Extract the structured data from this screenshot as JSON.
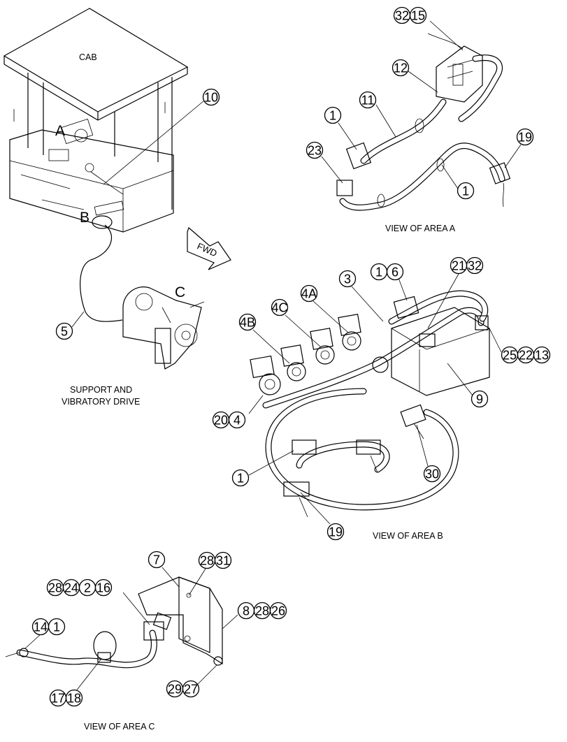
{
  "labels": {
    "cab": "CAB",
    "area_a": "A",
    "area_b": "B",
    "area_c": "C",
    "fwd": "FWD",
    "support_line1": "SUPPORT AND",
    "support_line2": "VIBRATORY DRIVE",
    "view_a": "VIEW OF AREA A",
    "view_b": "VIEW OF AREA B",
    "view_c": "VIEW OF AREA C"
  },
  "callouts": {
    "overview": [
      {
        "id": "ov-10",
        "nums": [
          "10"
        ]
      },
      {
        "id": "ov-5",
        "nums": [
          "5"
        ]
      }
    ],
    "area_a": [
      {
        "id": "a-32-15",
        "nums": [
          "32",
          "15"
        ]
      },
      {
        "id": "a-12",
        "nums": [
          "12"
        ]
      },
      {
        "id": "a-11",
        "nums": [
          "11"
        ]
      },
      {
        "id": "a-1-top",
        "nums": [
          "1"
        ]
      },
      {
        "id": "a-23",
        "nums": [
          "23"
        ]
      },
      {
        "id": "a-19",
        "nums": [
          "19"
        ]
      },
      {
        "id": "a-1-right",
        "nums": [
          "1"
        ]
      }
    ],
    "area_b": [
      {
        "id": "b-3",
        "nums": [
          "3"
        ]
      },
      {
        "id": "b-1-6",
        "nums": [
          "1",
          "6"
        ]
      },
      {
        "id": "b-21-32",
        "nums": [
          "21",
          "32"
        ]
      },
      {
        "id": "b-4a",
        "nums": [
          "4A"
        ]
      },
      {
        "id": "b-4c",
        "nums": [
          "4C"
        ]
      },
      {
        "id": "b-4b",
        "nums": [
          "4B"
        ]
      },
      {
        "id": "b-25-22-13",
        "nums": [
          "25",
          "22",
          "13"
        ]
      },
      {
        "id": "b-9",
        "nums": [
          "9"
        ]
      },
      {
        "id": "b-20-4",
        "nums": [
          "20",
          "4"
        ]
      },
      {
        "id": "b-1",
        "nums": [
          "1"
        ]
      },
      {
        "id": "b-30",
        "nums": [
          "30"
        ]
      },
      {
        "id": "b-19",
        "nums": [
          "19"
        ]
      }
    ],
    "area_c": [
      {
        "id": "c-7",
        "nums": [
          "7"
        ]
      },
      {
        "id": "c-28-31",
        "nums": [
          "28",
          "31"
        ]
      },
      {
        "id": "c-28-24-2-16",
        "nums": [
          "28",
          "24",
          "2",
          "16"
        ]
      },
      {
        "id": "c-8-28-26",
        "nums": [
          "8",
          "28",
          "26"
        ]
      },
      {
        "id": "c-14-1",
        "nums": [
          "14",
          "1"
        ]
      },
      {
        "id": "c-17-18",
        "nums": [
          "17",
          "18"
        ]
      },
      {
        "id": "c-29-27",
        "nums": [
          "29",
          "27"
        ]
      }
    ]
  }
}
